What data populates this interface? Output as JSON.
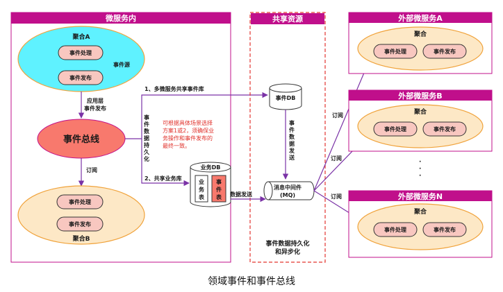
{
  "micro_inner": {
    "title": "微服务内",
    "aggregate_a": {
      "label": "聚合A",
      "btn_handle": "事件处理",
      "btn_publish": "事件发布",
      "source": "事件源"
    },
    "app_layer_publish": [
      "应用层",
      "事件发布"
    ],
    "event_bus": "事件总线",
    "subscribe": "订阅",
    "aggregate_b": {
      "label": "聚合B",
      "btn_handle": "事件处理",
      "btn_publish": "事件发布"
    }
  },
  "paths": {
    "option1": "1、多微服务共享事件库",
    "option2": "2、共享业务库",
    "persist_vertical": [
      "事",
      "件",
      "数",
      "据",
      "持",
      "久",
      "化"
    ],
    "note": [
      "可根据具体场景选择",
      "方案1或2，须确保业",
      "务操作和事件发布的",
      "最终一致。"
    ],
    "send_data": "数据发送"
  },
  "shared": {
    "title": "共享资源",
    "event_db": "事件DB",
    "data_send_vertical": [
      "事",
      "件",
      "数",
      "据",
      "发",
      "送"
    ],
    "business_db": "业务DB",
    "business_table": [
      "业",
      "务",
      "表"
    ],
    "event_table": [
      "事",
      "件",
      "表"
    ],
    "mq": [
      "消息中间件",
      "(MQ)"
    ],
    "footer": [
      "事件数据持久化",
      "和异步化"
    ]
  },
  "external": {
    "service_a": {
      "title": "外部微服务A",
      "aggregate": "聚合",
      "btn_handle": "事件处理",
      "btn_publish": "事件发布"
    },
    "service_b": {
      "title": "外部微服务B",
      "aggregate": "聚合",
      "btn_handle": "事件处理",
      "btn_publish": "事件发布"
    },
    "service_n": {
      "title": "外部微服务N",
      "aggregate": "聚合",
      "btn_handle": "事件处理",
      "btn_publish": "事件发布"
    },
    "subscribe": "订阅",
    "ellipsis": [
      "·",
      "·",
      "·"
    ]
  },
  "caption": "领域事件和事件总线",
  "colors": {
    "panel_header": "#c00f8b",
    "cyan": "#5ff2ff",
    "beige": "#fde8c6",
    "orange_border": "#f0a23a",
    "pill": "#f8c7c0",
    "bus": "#f8796d",
    "arrow": "#7a32a6",
    "red_dash": "#e3342f",
    "note_red": "#e0312b"
  }
}
